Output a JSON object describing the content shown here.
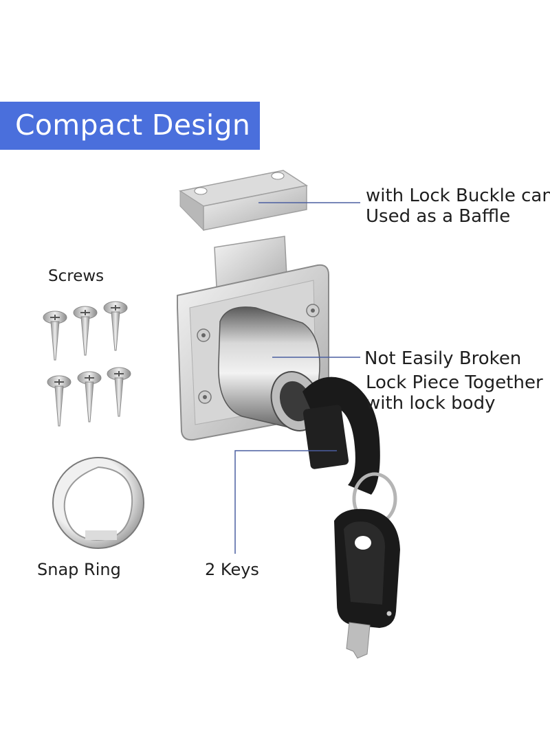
{
  "banner": {
    "title": "Compact Design",
    "color": "#4a6fdc"
  },
  "callouts": {
    "buckle_line1": "with Lock Buckle can",
    "buckle_line2": "Used as a Baffle",
    "broken_line1": "Not Easily Broken",
    "broken_line2": "Lock Piece Together",
    "broken_line3": "with lock body",
    "screws": "Screws",
    "snap_ring": "Snap Ring",
    "keys": "2 Keys"
  },
  "colors": {
    "metal_light": "#e8e8e8",
    "metal_dark": "#8e8e8e",
    "key_black": "#1a1a1a",
    "leader_line": "#4a5ea0"
  }
}
